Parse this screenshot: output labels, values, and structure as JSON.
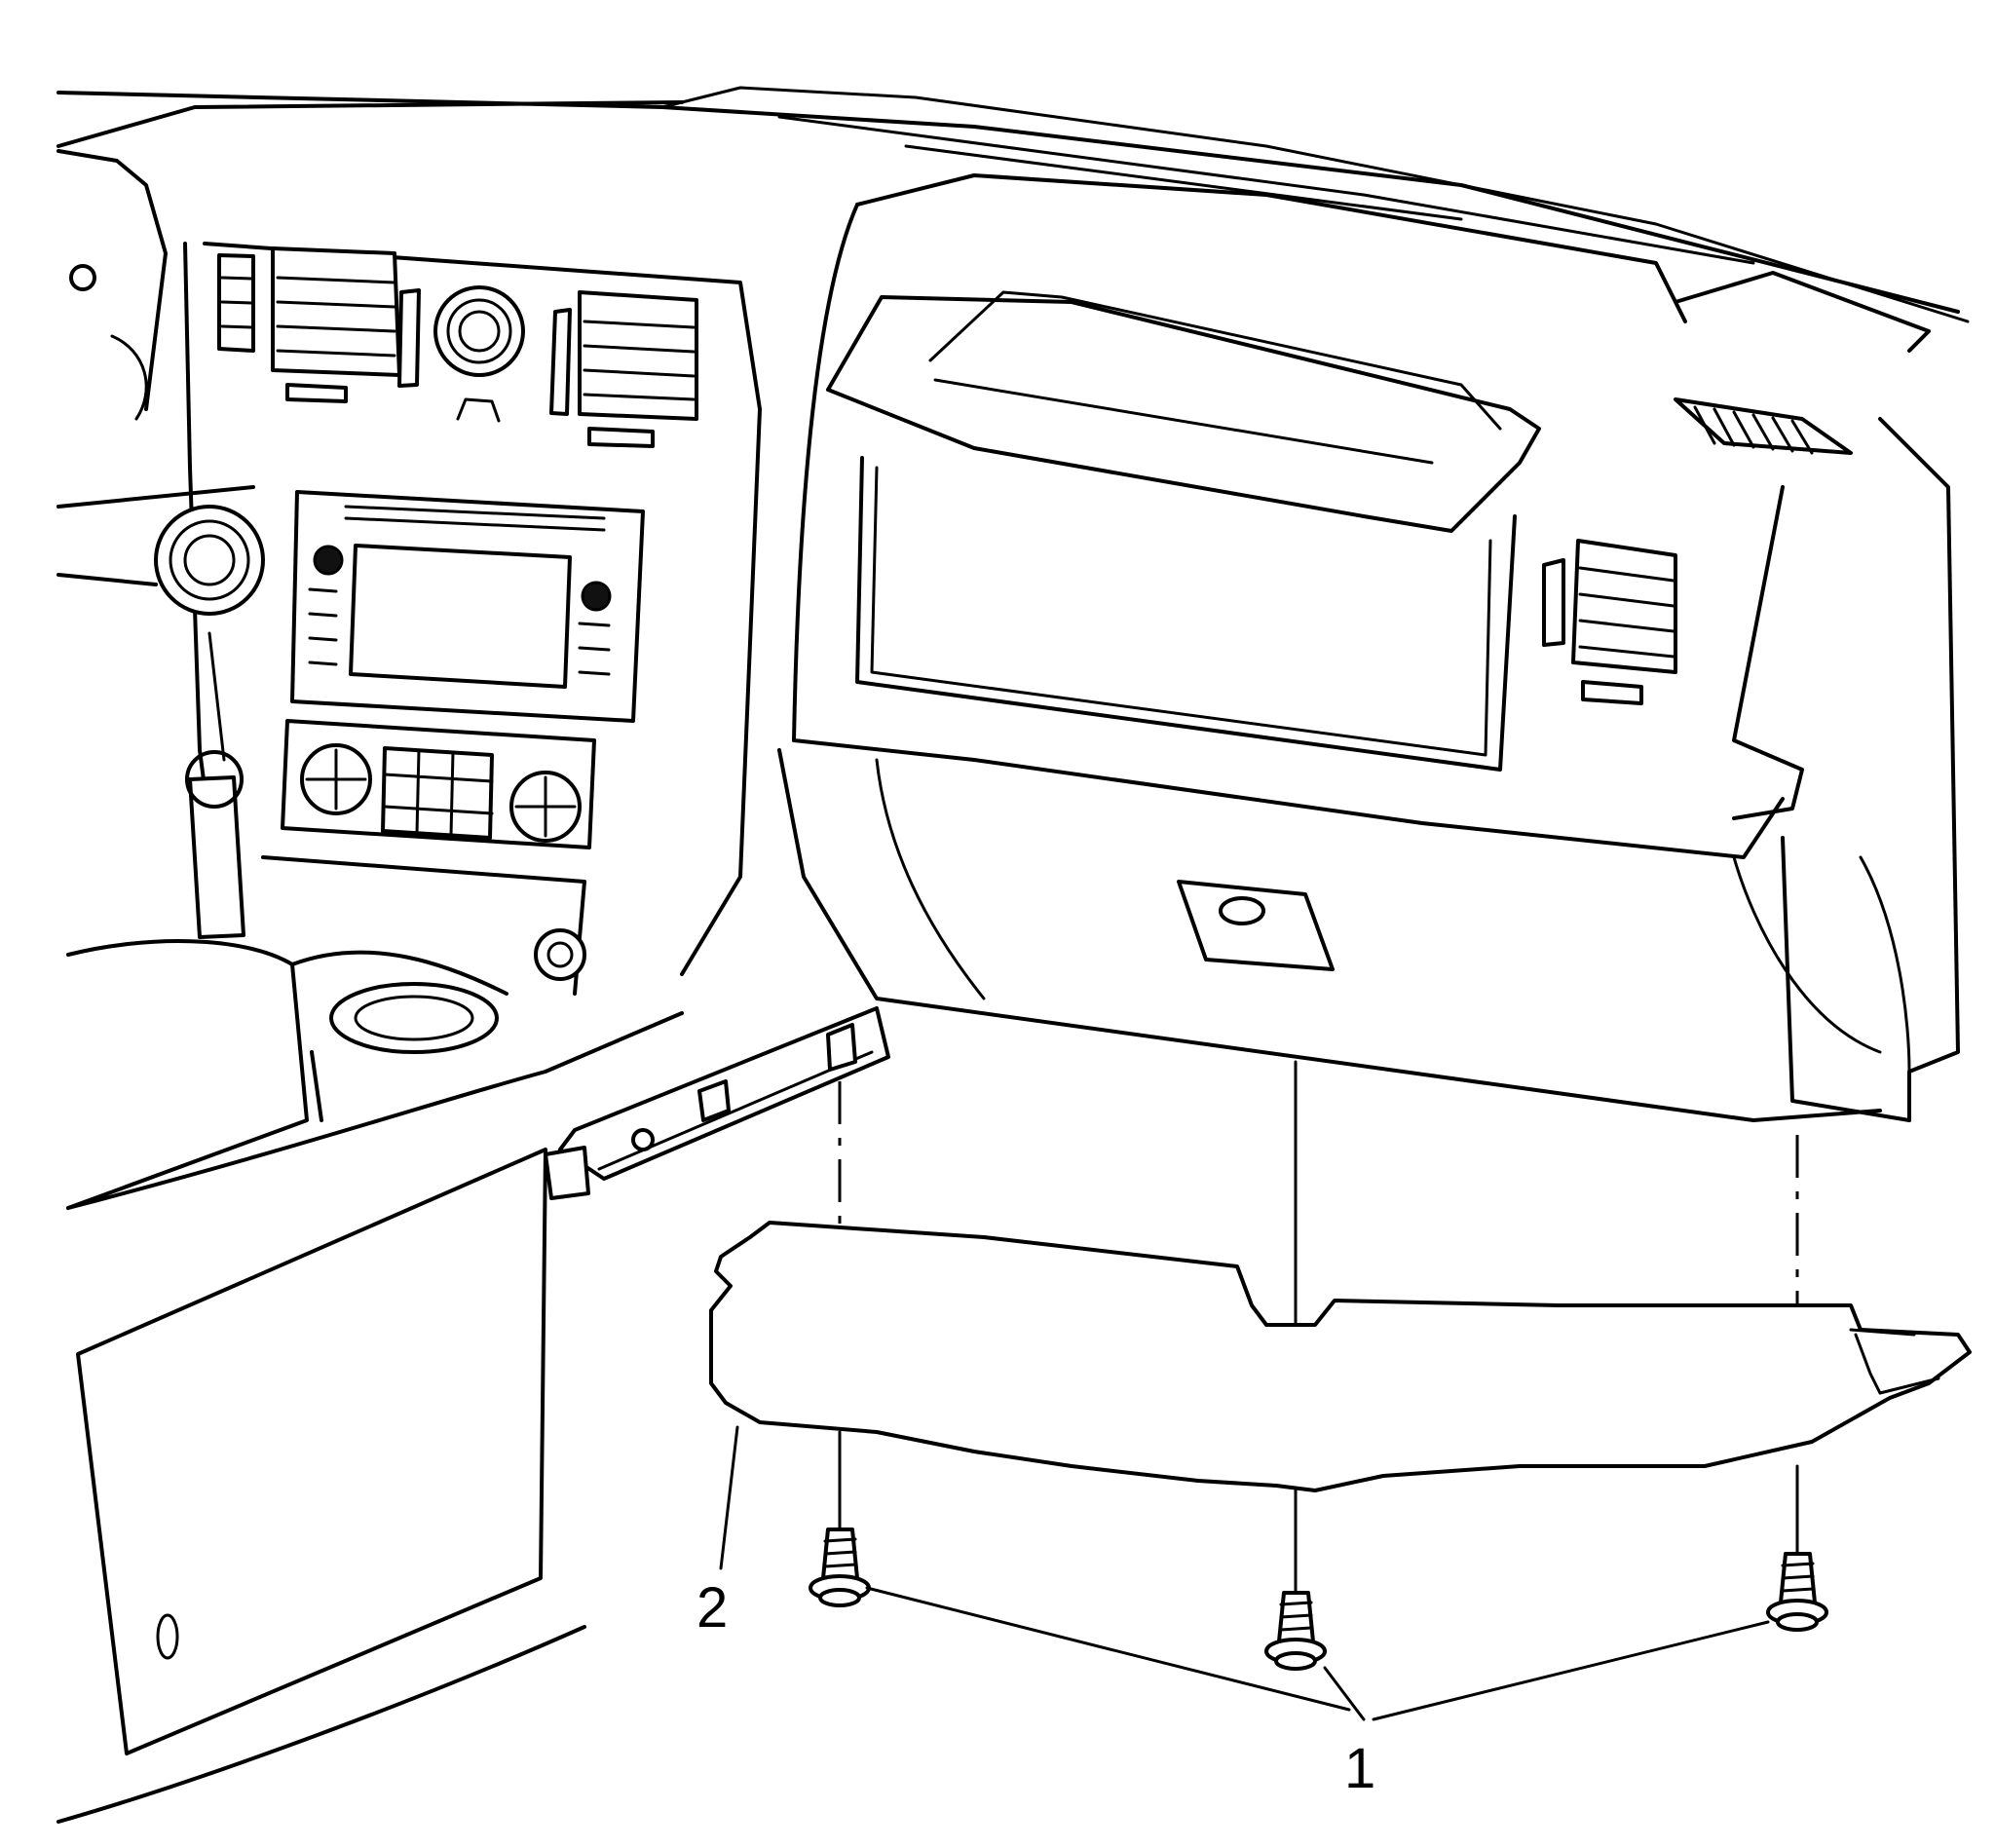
{
  "callouts": [
    {
      "id": "1",
      "label": "1"
    },
    {
      "id": "2",
      "label": "2"
    }
  ],
  "parts": {
    "fasteners": {
      "callout": "1",
      "count": 3
    },
    "lower_trim_panel": {
      "callout": "2"
    }
  },
  "colors": {
    "line": "#000000",
    "background": "#ffffff"
  }
}
